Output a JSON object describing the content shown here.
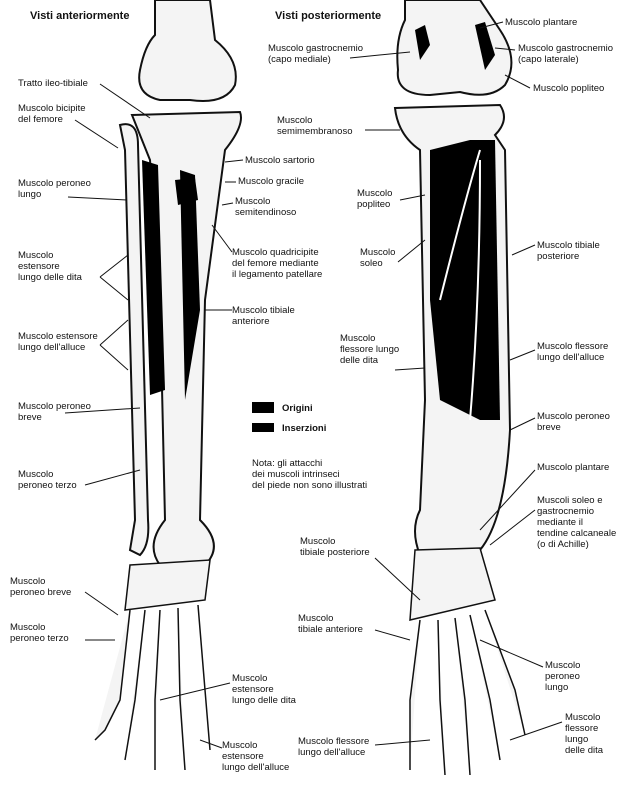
{
  "titles": {
    "anterior": "Visti anteriormente",
    "posterior": "Visti posteriormente"
  },
  "anterior_labels": [
    "Tratto ileo-tibiale",
    "Muscolo bicipite\ndel femore",
    "Muscolo peroneo\nlungo",
    "Muscolo\nestensore\nlungo delle dita",
    "Muscolo estensore\nlungo dell'alluce",
    "Muscolo peroneo\nbreve",
    "Muscolo\nperoneo terzo",
    "Muscolo\nperoneo breve",
    "Muscolo\nperoneo terzo",
    "Muscolo sartorio",
    "Muscolo gracile",
    "Muscolo\nsemitendinoso",
    "Muscolo quadricipite\ndel femore mediante\nil legamento patellare",
    "Muscolo tibiale\nanteriore",
    "Muscolo\nestensore\nlungo delle dita",
    "Muscolo\nestensore\nlungo dell'alluce"
  ],
  "posterior_labels": [
    "Muscolo plantare",
    "Muscolo gastrocnemio\n(capo mediale)",
    "Muscolo gastrocnemio\n(capo laterale)",
    "Muscolo popliteo",
    "Muscolo\nsemimembranoso",
    "Muscolo\npopliteo",
    "Muscolo\nsoleo",
    "Muscolo tibiale\nposteriore",
    "Muscolo\nflessore lungo\ndelle dita",
    "Muscolo flessore\nlungo dell'alluce",
    "Muscolo peroneo\nbreve",
    "Muscolo plantare",
    "Muscoli soleo e\ngastrocnemio\nmediante il\ntendine calcaneale\n(o di Achille)",
    "Muscolo\ntibiale posteriore",
    "Muscolo\ntibiale anteriore",
    "Muscolo\nperoneo\nlungo",
    "Muscolo flessore\nlungo dell'alluce",
    "Muscolo\nflessore\nlungo\ndelle dita"
  ],
  "legend": {
    "origins": "Origini",
    "insertions": "Inserzioni"
  },
  "note": "Nota: gli attacchi\ndei muscoli intrinseci\ndel piede non sono illustrati"
}
